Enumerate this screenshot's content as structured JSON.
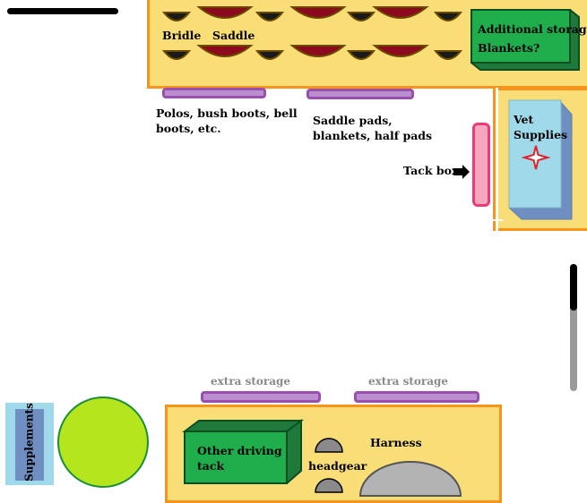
{
  "tack_wall": {
    "bridle_label": "Bridle",
    "saddle_label": "Saddle"
  },
  "additional_storage": {
    "line1": "Additional storage",
    "line2": "Blankets?"
  },
  "shelf_left": {
    "line1": "Polos, bush boots, bell",
    "line2": "boots, etc."
  },
  "shelf_right": {
    "line1": "Saddle pads,",
    "line2": "blankets, half pads"
  },
  "tack_box_label": "Tack box",
  "vet_supplies": {
    "line1": "Vet",
    "line2": "Supplies"
  },
  "supplements_label": "Supplements",
  "bottom_wall": {
    "extra_storage_left": "extra storage",
    "extra_storage_right": "extra storage",
    "driving_tack_line1": "Other driving",
    "driving_tack_line2": "tack",
    "headgear_label": "headgear",
    "harness_label": "Harness"
  },
  "colors": {
    "wall_fill": "#f9dd76",
    "wall_border": "#f7941d",
    "saddle": "#8b0a1e",
    "bridle": "#1a1a1a",
    "storage_box": "#1fae4b",
    "vet_box": "#9fd9ea",
    "tack_box": "#f7a6c0",
    "shelf": "#b98fd0",
    "hay_circle": "#b5e61d",
    "supplements": "#6f8fc2"
  }
}
